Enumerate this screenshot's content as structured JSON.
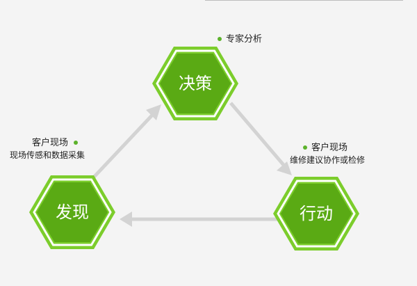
{
  "colors": {
    "hex_outer": "#7ccd2c",
    "hex_inner": "#5aaa14",
    "hex_ring": "#ffffff",
    "arrow": "#d3d3d3",
    "dot": "#5cb22b"
  },
  "nodes": {
    "decision": {
      "label": "决策"
    },
    "discover": {
      "label": "发现"
    },
    "action": {
      "label": "行动"
    }
  },
  "annotations": {
    "decision": {
      "title": "专家分析"
    },
    "discover": {
      "title": "客户现场",
      "subtitle": "现场传感和数据采集"
    },
    "action": {
      "title": "客户现场",
      "subtitle": "维修建议协作或检修"
    }
  }
}
